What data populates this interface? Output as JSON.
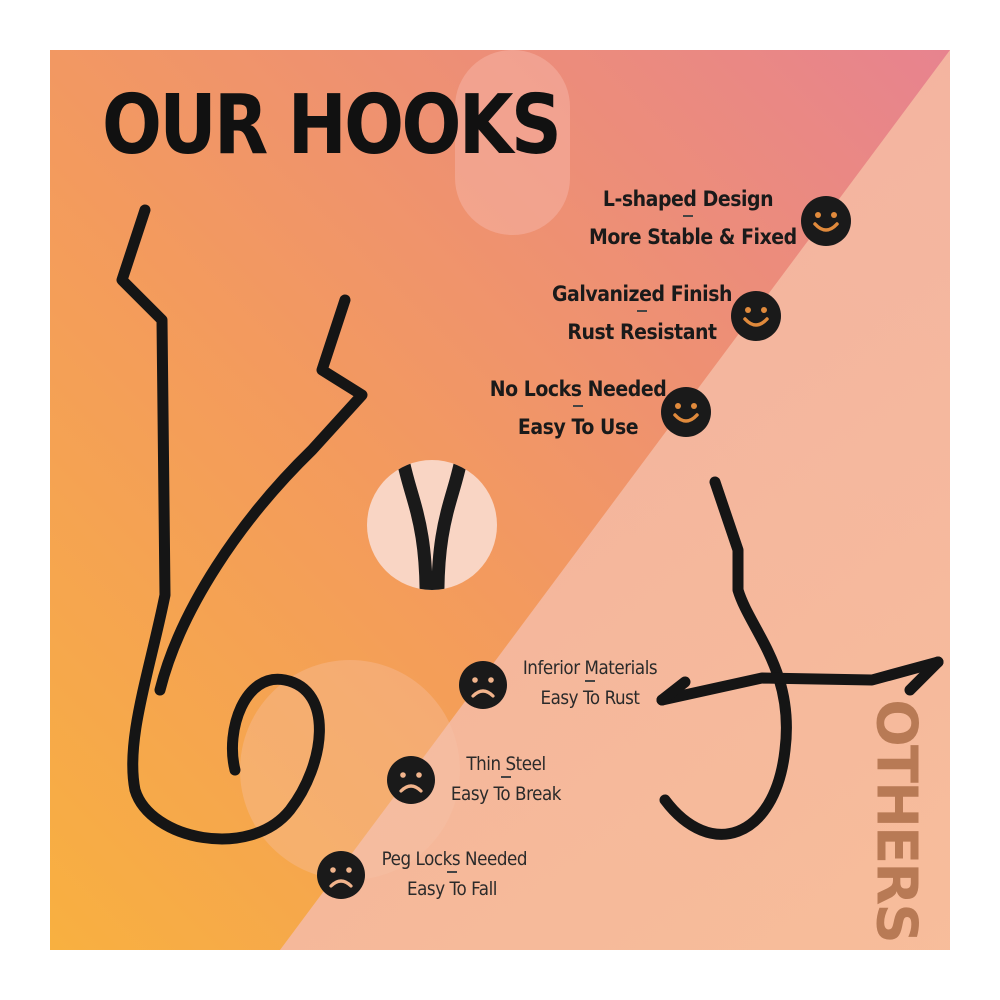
{
  "title": "OUR HOOKS",
  "others_label": "OTHERS",
  "good_features": [
    {
      "line1": "L-shaped Design",
      "line2": "More Stable & Fixed",
      "icon": "smile-icon"
    },
    {
      "line1": "Galvanized Finish",
      "line2": "Rust Resistant",
      "icon": "smile-icon"
    },
    {
      "line1": "No Locks Needed",
      "line2": "Easy To Use",
      "icon": "smile-icon"
    }
  ],
  "bad_features": [
    {
      "line1": "Inferior Materials",
      "line2": "Easy To Rust",
      "icon": "frown-icon"
    },
    {
      "line1": "Thin Steel",
      "line2": "Easy To Break",
      "icon": "frown-icon"
    },
    {
      "line1": "Peg Locks Needed",
      "line2": "Easy To Fall",
      "icon": "frown-icon"
    }
  ],
  "colors": {
    "gradient_orange": "#f7a24a",
    "gradient_pink": "#e88a92",
    "smile_face": "#1a1a1a",
    "smile_mouth": "#e08a3c",
    "others_text": "#b87a55"
  }
}
